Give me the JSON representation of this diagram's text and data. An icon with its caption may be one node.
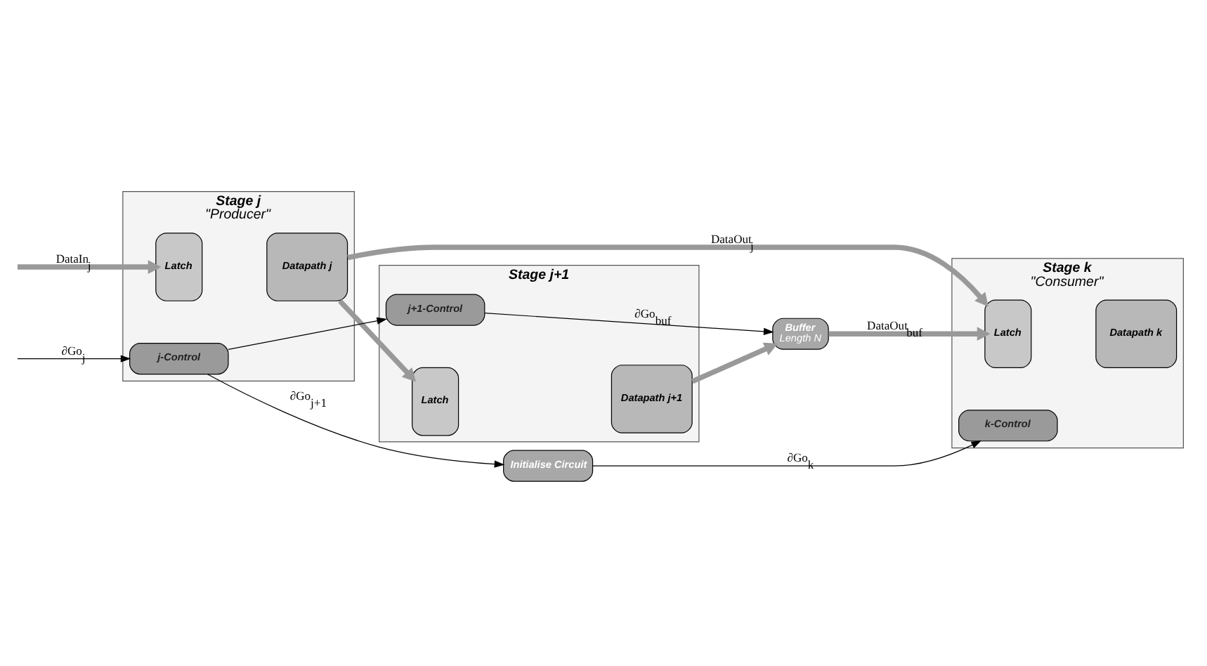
{
  "diagram": {
    "nodes": [
      {
        "text": [
          "Stage j",
          "\"Producer\""
        ]
      },
      {
        "text": [
          "Latch"
        ],
        "in": 0
      },
      {
        "text": [
          "Datapath j"
        ],
        "in": 0
      },
      {
        "text": [
          "j-Control"
        ],
        "in": 0
      },
      {
        "text": [
          "Stage j+1"
        ]
      },
      {
        "text": [
          "Latch"
        ],
        "in": 4
      },
      {
        "text": [
          "Datapath j+1"
        ],
        "in": 4
      },
      {
        "text": [
          "j+1-Control"
        ],
        "in": 4
      },
      {
        "text": [
          "Buffer",
          "Length N"
        ]
      },
      {
        "text": [
          "Stage k",
          "\"Consumer\""
        ]
      },
      {
        "text": [
          "Latch"
        ],
        "in": 9
      },
      {
        "text": [
          "Datapath k"
        ],
        "in": 9
      },
      {
        "text": [
          "k-Control"
        ],
        "in": 9
      },
      {
        "text": [
          "Initialise Circuit"
        ]
      }
    ],
    "edges": [
      {
        "from": null,
        "to": 1,
        "arrow": "to",
        "label": "DataIn$_{j}$",
        "style": "thick",
        "color": "#999999"
      },
      {
        "from": 2,
        "to": 5,
        "arrow": "to",
        "style": "thick",
        "color": "#999999"
      },
      {
        "from": 2,
        "to": 10,
        "arrow": "to",
        "label": "DataOut$_{j}$",
        "style": "thick",
        "color": "#999999"
      },
      {
        "from": 6,
        "to": 8,
        "arrow": "to",
        "style": "thick",
        "color": "#999999"
      },
      {
        "from": 8,
        "to": 10,
        "arrow": "to",
        "label": "DataOut$_{buf}$",
        "style": "thick",
        "color": "#999999"
      },
      {
        "from": null,
        "to": 3,
        "arrow": "to",
        "label": "∂Go$_{j}$",
        "color": "#000000"
      },
      {
        "from": 3,
        "to": 7,
        "arrow": "to",
        "color": "#000000"
      },
      {
        "from": 3,
        "to": 13,
        "arrow": "to",
        "label": "∂Go$_{j+1}$",
        "color": "#000000"
      },
      {
        "from": 7,
        "to": 8,
        "arrow": "to",
        "label": "∂Go$_{buf}$",
        "color": "#000000"
      },
      {
        "from": 13,
        "to": 12,
        "arrow": "to",
        "label": "∂Go$_{k}$",
        "color": "#000000"
      }
    ]
  }
}
